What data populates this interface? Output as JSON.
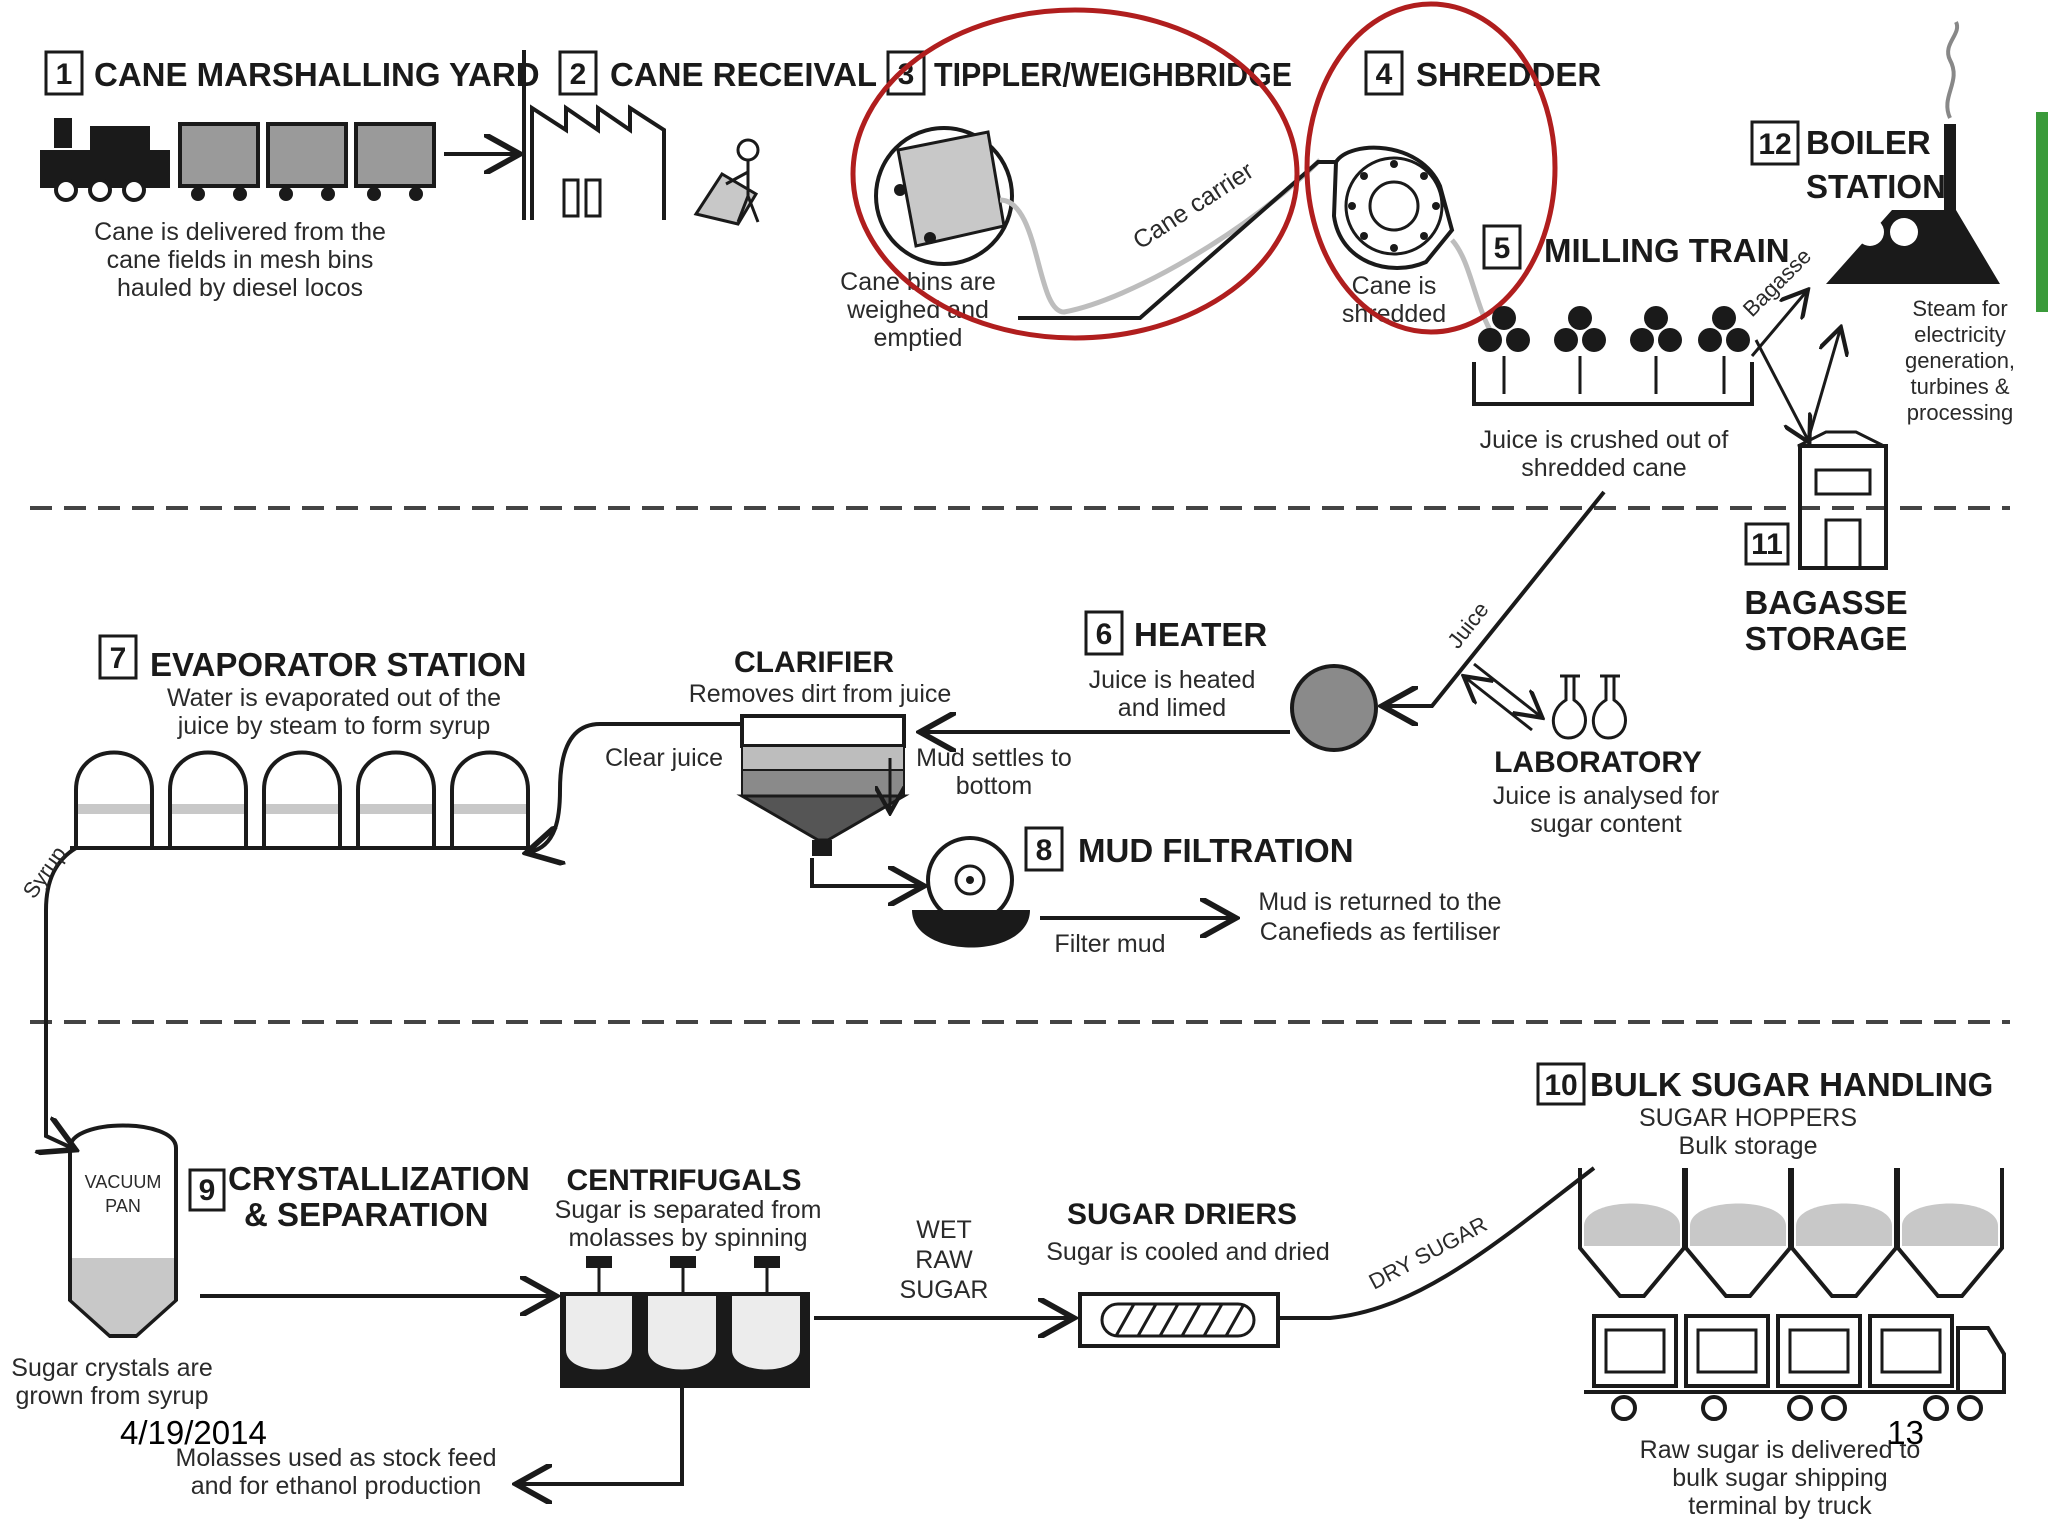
{
  "stations": {
    "s1": {
      "num": "1",
      "title": "CANE MARSHALLING YARD",
      "desc": [
        "Cane is delivered from the",
        "cane fields in mesh bins",
        "hauled by diesel locos"
      ]
    },
    "s2": {
      "num": "2",
      "title": "CANE RECEIVAL"
    },
    "s3": {
      "num": "3",
      "title": "TIPPLER/WEIGHBRIDGE",
      "desc": [
        "Cane bins are",
        "weighed and",
        "emptied"
      ]
    },
    "carrier": {
      "label": "Cane carrier"
    },
    "s4": {
      "num": "4",
      "title": "SHREDDER",
      "desc": [
        "Cane is",
        "shredded"
      ]
    },
    "s5": {
      "num": "5",
      "title": "MILLING TRAIN",
      "desc": [
        "Juice is crushed out of",
        "shredded cane"
      ]
    },
    "bagasse_label": "Bagasse",
    "s12": {
      "num": "12",
      "title": [
        "BOILER",
        "STATION"
      ],
      "desc": [
        "Steam for",
        "electricity",
        "generation,",
        "turbines &",
        "processing"
      ]
    },
    "s11": {
      "num": "11",
      "title": [
        "BAGASSE",
        "STORAGE"
      ]
    },
    "juice_label": "Juice",
    "lab": {
      "title": "LABORATORY",
      "desc": [
        "Juice is analysed for",
        "sugar content"
      ]
    },
    "s6": {
      "num": "6",
      "title": "HEATER",
      "desc": [
        "Juice is heated",
        "and limed"
      ]
    },
    "clarifier": {
      "title": "CLARIFIER",
      "desc": "Removes dirt from juice",
      "clear": "Clear juice",
      "mud": [
        "Mud settles to",
        "bottom"
      ]
    },
    "s7": {
      "num": "7",
      "title": "EVAPORATOR STATION",
      "desc": [
        "Water is evaporated out of the",
        "juice by steam to form syrup"
      ]
    },
    "syrup_label": "Syrup",
    "s8": {
      "num": "8",
      "title": "MUD FILTRATION",
      "filter": "Filter mud",
      "desc": [
        "Mud is returned to the",
        "Canefieds as fertiliser"
      ]
    },
    "s9": {
      "num": "9",
      "pan": [
        "VACUUM",
        "PAN"
      ],
      "title": [
        "CRYSTALLIZATION",
        "& SEPARATION"
      ],
      "desc": [
        "Sugar crystals are",
        "grown from syrup"
      ]
    },
    "centrifugals": {
      "title": "CENTRIFUGALS",
      "desc": [
        "Sugar is separated from",
        "molasses by spinning"
      ],
      "molasses": [
        "Molasses used as stock feed",
        "and for ethanol production"
      ]
    },
    "wet_raw": [
      "WET",
      "RAW",
      "SUGAR"
    ],
    "driers": {
      "title": "SUGAR DRIERS",
      "desc": "Sugar is cooled and dried"
    },
    "dry_sugar": "DRY SUGAR",
    "s10": {
      "num": "10",
      "title": "BULK SUGAR HANDLING",
      "sub": [
        "SUGAR HOPPERS",
        "Bulk storage"
      ],
      "desc": [
        "Raw sugar is delivered to",
        "bulk sugar shipping",
        "terminal by truck"
      ]
    }
  },
  "footer": {
    "date": "4/19/2014",
    "page": "13"
  },
  "colors": {
    "highlight": "#b01e1e",
    "ink": "#1a1a1a",
    "tab": "#3a9a3a"
  }
}
